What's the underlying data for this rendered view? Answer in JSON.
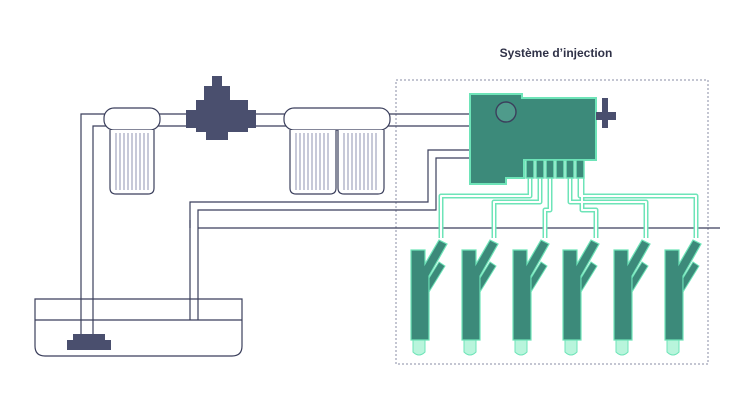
{
  "diagram": {
    "title": "Système d’injection",
    "colors": {
      "outline": "#3b3f5c",
      "dark_component": "#4a4f6e",
      "pump_fill": "#3c8a7a",
      "fuel_line": "#6ee4b8",
      "injector_fill": "#3c8a7a",
      "injector_tip": "#b8f5dc",
      "filter_stripe": "#8f93b0",
      "box_border": "#8a8da6",
      "tank_fill": "#ffffff"
    },
    "components": {
      "tank": "fuel-tank",
      "pre_filter": "pre-filter",
      "valve": "valve",
      "main_filter": "double-filter",
      "pump": "high-pressure-pump",
      "injectors": [
        "injector-1",
        "injector-2",
        "injector-3",
        "injector-4",
        "injector-5",
        "injector-6"
      ]
    }
  }
}
